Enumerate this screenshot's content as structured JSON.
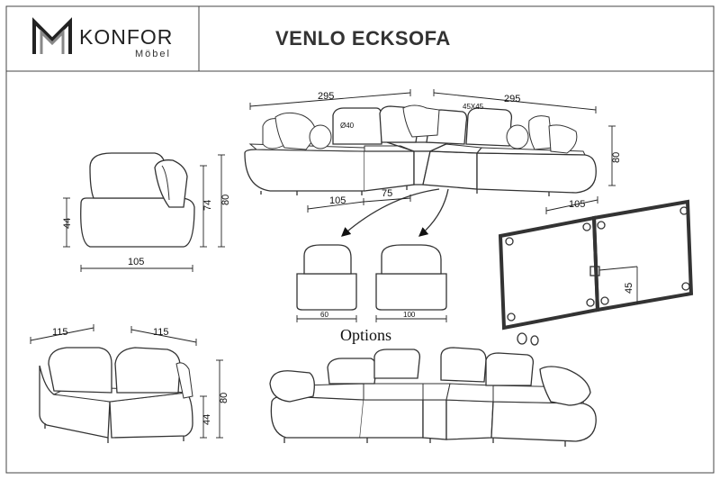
{
  "header": {
    "brand_name": "KONFOR",
    "brand_sub": "Möbel",
    "title": "VENLO ECKSOFA"
  },
  "options_label": "Options",
  "dimensions": {
    "top_left_width": "295",
    "top_right_width": "295",
    "cushion_size": "45X45",
    "bolster_diameter": "Ø40",
    "top_height": "80",
    "top_depth_left": "105",
    "top_seat": "75",
    "top_depth_right": "105",
    "side_seat_height": "44",
    "side_back_height": "74",
    "side_total_height": "80",
    "side_depth": "105",
    "option_small_width": "60",
    "option_large_width": "100",
    "bracket_height": "45",
    "corner_left": "115",
    "corner_right": "115",
    "corner_height": "80",
    "corner_seat_height": "44"
  }
}
